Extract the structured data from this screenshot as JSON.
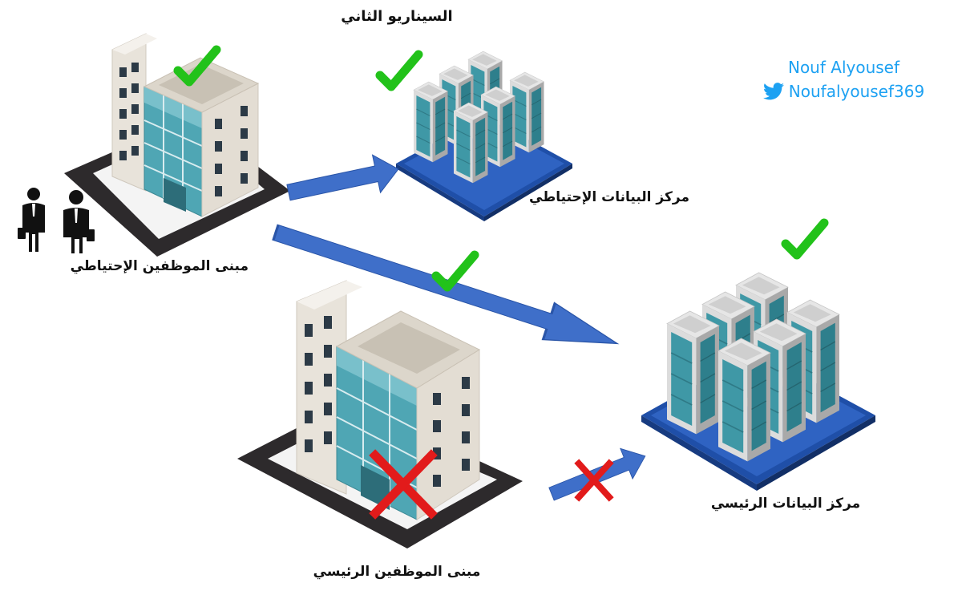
{
  "title": "السيناريو الثاني",
  "backup_datacenter": {
    "label": "مركز البيانات الإحتياطي",
    "status": "ok"
  },
  "backup_office": {
    "label": "مبنى الموظفين الإحتياطي",
    "status": "ok"
  },
  "main_datacenter": {
    "label": "مركز البيانات الرئيسي",
    "status": "ok"
  },
  "main_office": {
    "label": "مبنى الموظفين الرئيسي",
    "status": "failed"
  },
  "author": {
    "name": "Nouf Alyousef",
    "handle": "Noufalyousef369",
    "icon": "twitter-bird-icon"
  },
  "colors": {
    "check": "#22c21a",
    "cross": "#e21b1b",
    "arrow": "#3f6fc9",
    "credit": "#1da1f2",
    "platform": "#1f4fa8",
    "glass": "#4fa6b4"
  }
}
